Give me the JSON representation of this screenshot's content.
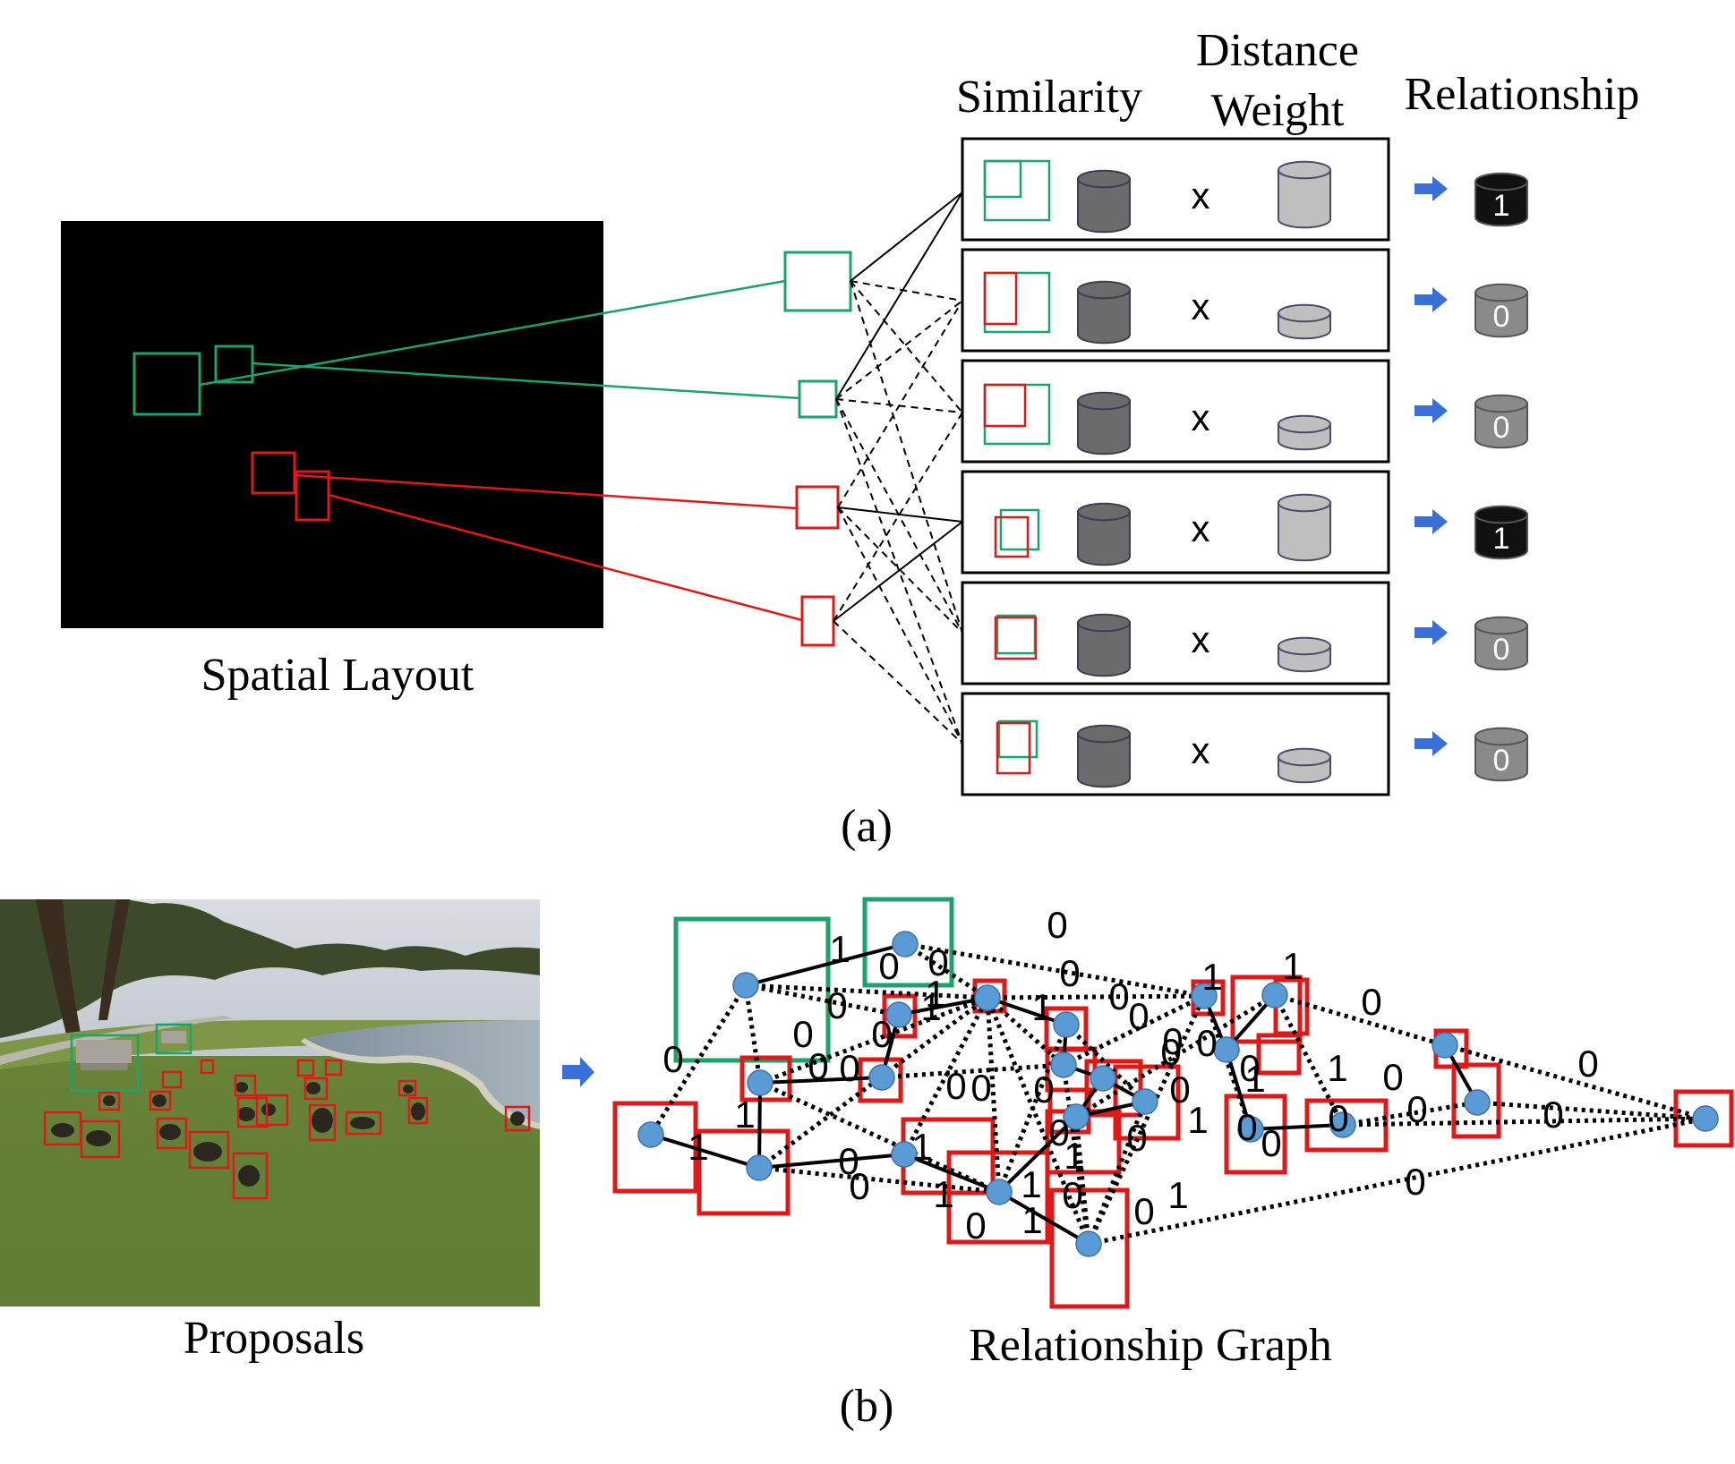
{
  "panel_a": {
    "headers": {
      "similarity": "Similarity",
      "distance_line1": "Distance",
      "distance_line2": "Weight",
      "relationship": "Relationship"
    },
    "layout_caption": "Spatial Layout",
    "operator": "x",
    "rows": [
      {
        "result": "1",
        "weight_level": 1.0,
        "related": true
      },
      {
        "result": "0",
        "weight_level": 0.2,
        "related": false
      },
      {
        "result": "0",
        "weight_level": 0.2,
        "related": false
      },
      {
        "result": "1",
        "weight_level": 1.0,
        "related": true
      },
      {
        "result": "0",
        "weight_level": 0.2,
        "related": false
      },
      {
        "result": "0",
        "weight_level": 0.2,
        "related": false
      }
    ],
    "label": "(a)"
  },
  "panel_b": {
    "proposals_caption": "Proposals",
    "graph_caption": "Relationship Graph",
    "edge_labels": [
      "0",
      "1",
      "0",
      "0",
      "0",
      "1",
      "0",
      "0",
      "1",
      "0",
      "0",
      "0",
      "1",
      "0",
      "0",
      "0",
      "0",
      "0",
      "1",
      "0",
      "0",
      "0",
      "1",
      "0",
      "1",
      "0",
      "1",
      "0",
      "0",
      "0",
      "1",
      "0",
      "0",
      "1",
      "0",
      "0",
      "1",
      "0",
      "0",
      "0",
      "0",
      "1",
      "1",
      "0",
      "1",
      "1",
      "0",
      "0",
      "1",
      "0",
      "1",
      "0",
      "0"
    ],
    "label": "(b)"
  },
  "colors": {
    "green": "#1aa36a",
    "red": "#e01818",
    "node": "#5b9bd5",
    "arrow": "#3a6fd8",
    "dark_cylinder": "#6b6b6b",
    "light_cylinder": "#bfbfbf"
  }
}
